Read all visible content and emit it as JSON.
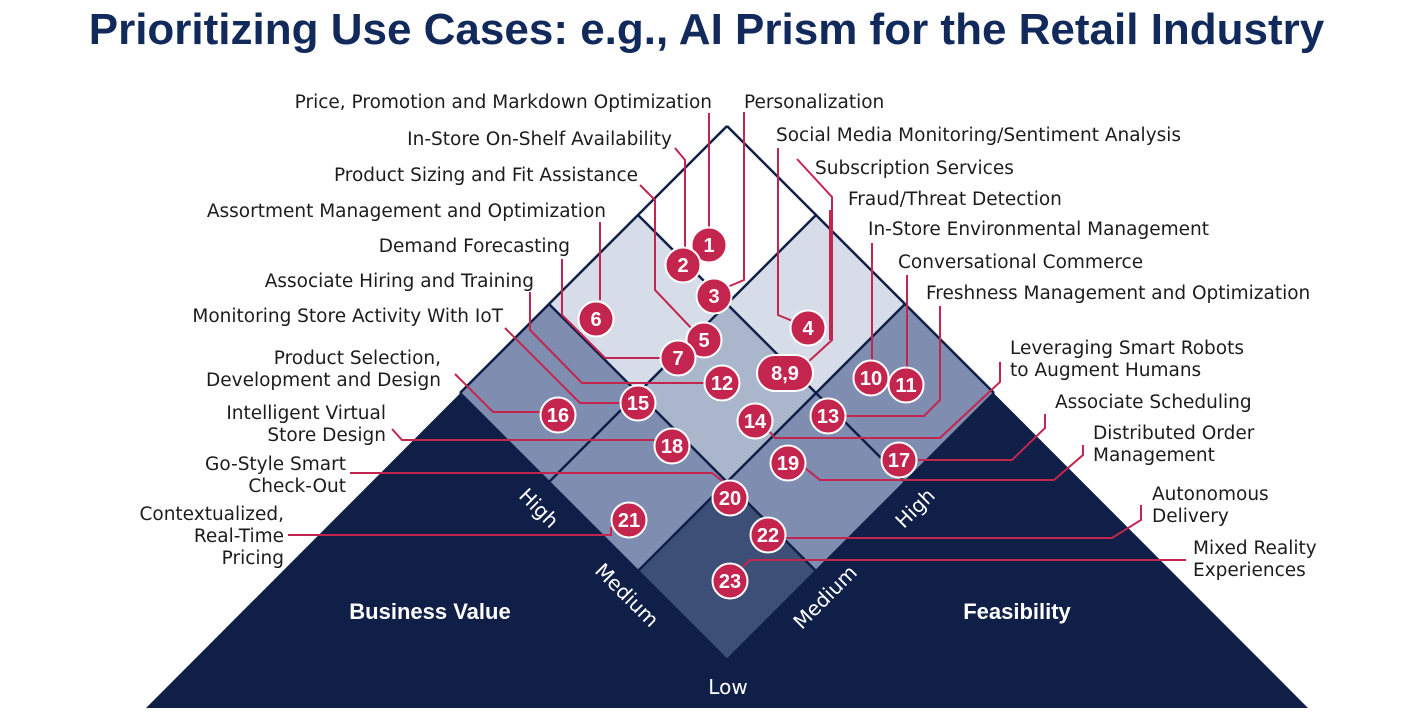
{
  "title": "Prioritizing Use Cases: e.g., AI Prism for the Retail Industry",
  "axes": {
    "business_value": "Business Value",
    "feasibility": "Feasibility",
    "levels": {
      "high": "High",
      "medium": "Medium",
      "low": "Low"
    }
  },
  "colors": {
    "background_pyramid": "#0f1f47",
    "marker": "#c4254f",
    "leader_line": "#c4254f"
  },
  "use_cases": [
    {
      "id": "1",
      "lines": [
        "Price, Promotion and Markdown Optimization"
      ]
    },
    {
      "id": "2",
      "lines": [
        "In-Store On-Shelf Availability"
      ]
    },
    {
      "id": "3",
      "lines": [
        "Personalization"
      ]
    },
    {
      "id": "4",
      "lines": [
        "Social Media Monitoring/Sentiment Analysis"
      ]
    },
    {
      "id": "5",
      "lines": [
        "Product Sizing and Fit Assistance"
      ]
    },
    {
      "id": "6",
      "lines": [
        "Assortment Management and Optimization"
      ]
    },
    {
      "id": "7",
      "lines": [
        "Demand Forecasting"
      ]
    },
    {
      "id": "8",
      "lines": [
        "Subscription Services"
      ]
    },
    {
      "id": "9",
      "lines": [
        "Fraud/Threat Detection"
      ]
    },
    {
      "id": "10",
      "lines": [
        "In-Store Environmental Management"
      ]
    },
    {
      "id": "11",
      "lines": [
        "Conversational Commerce"
      ]
    },
    {
      "id": "12",
      "lines": [
        "Associate Hiring and Training"
      ]
    },
    {
      "id": "13",
      "lines": [
        "Freshness Management and Optimization"
      ]
    },
    {
      "id": "14",
      "lines": [
        "Leveraging Smart Robots",
        "to Augment Humans"
      ]
    },
    {
      "id": "15",
      "lines": [
        "Monitoring Store Activity With IoT"
      ]
    },
    {
      "id": "16",
      "lines": [
        "Product Selection,",
        "Development and Design"
      ]
    },
    {
      "id": "17",
      "lines": [
        "Associate Scheduling"
      ]
    },
    {
      "id": "18",
      "lines": [
        "Intelligent Virtual",
        "Store Design"
      ]
    },
    {
      "id": "19",
      "lines": [
        "Distributed Order",
        "Management"
      ]
    },
    {
      "id": "20",
      "lines": [
        "Go-Style Smart",
        "Check-Out"
      ]
    },
    {
      "id": "21",
      "lines": [
        "Contextualized,",
        "Real-Time",
        "Pricing"
      ]
    },
    {
      "id": "22",
      "lines": [
        "Autonomous",
        "Delivery"
      ]
    },
    {
      "id": "23",
      "lines": [
        "Mixed Reality",
        "Experiences"
      ]
    }
  ],
  "markers": [
    {
      "label": "1"
    },
    {
      "label": "2"
    },
    {
      "label": "3"
    },
    {
      "label": "4"
    },
    {
      "label": "5"
    },
    {
      "label": "6"
    },
    {
      "label": "7"
    },
    {
      "label": "8,9"
    },
    {
      "label": "10"
    },
    {
      "label": "11"
    },
    {
      "label": "12"
    },
    {
      "label": "13"
    },
    {
      "label": "14"
    },
    {
      "label": "15"
    },
    {
      "label": "16"
    },
    {
      "label": "17"
    },
    {
      "label": "18"
    },
    {
      "label": "19"
    },
    {
      "label": "20"
    },
    {
      "label": "21"
    },
    {
      "label": "22"
    },
    {
      "label": "23"
    }
  ]
}
